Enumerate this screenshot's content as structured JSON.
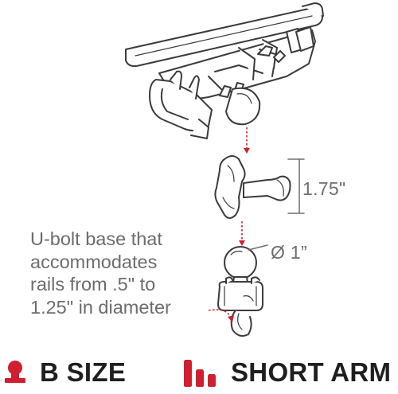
{
  "dimensions": {
    "socket_arm_length": "1.75\"",
    "ball_diameter": "Ø 1”"
  },
  "description": {
    "lines": [
      "U-bolt base that",
      "accommodates",
      "rails from .5\" to",
      "1.25\" in diameter"
    ]
  },
  "badges": {
    "size": {
      "label": "B SIZE",
      "icon": "ball-size-icon"
    },
    "arm": {
      "label": "SHORT ARM",
      "icon": "arm-length-icon"
    }
  },
  "colors": {
    "accent": "#d0202f",
    "line": "#3b3b3b",
    "text": "#6d6e71"
  }
}
